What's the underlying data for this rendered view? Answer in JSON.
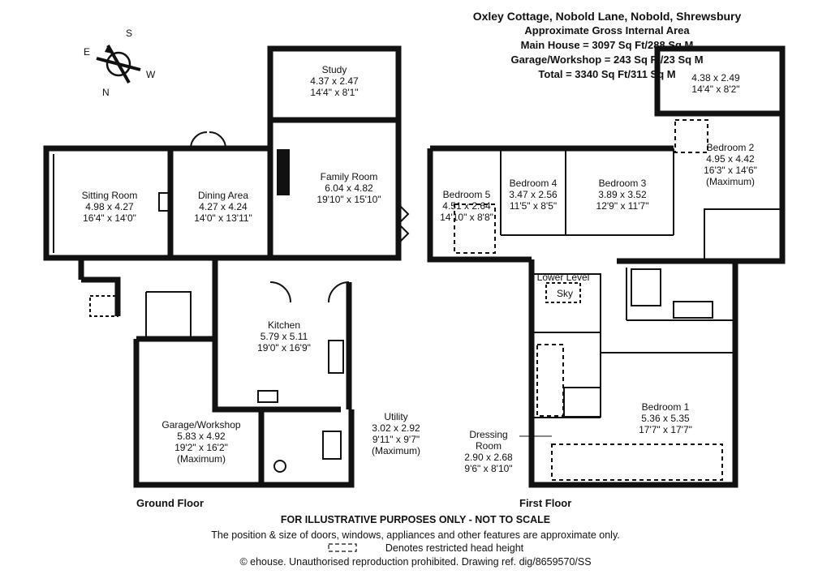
{
  "header": {
    "address": "Oxley Cottage, Nobold Lane, Nobold, Shrewsbury",
    "subtitle": "Approximate Gross Internal Area",
    "main_house": "Main House = 3097 Sq Ft/288 Sq M",
    "garage": "Garage/Workshop = 243 Sq Ft/23 Sq M",
    "total": "Total = 3340 Sq Ft/311 Sq M"
  },
  "compass": {
    "n": "N",
    "s": "S",
    "e": "E",
    "w": "W"
  },
  "ground_floor": {
    "label": "Ground Floor",
    "rooms": {
      "study": {
        "name": "Study",
        "metric": "4.37 x 2.47",
        "imperial": "14'4\" x 8'1\""
      },
      "family": {
        "name": "Family Room",
        "metric": "6.04 x 4.82",
        "imperial": "19'10\" x 15'10\""
      },
      "sitting": {
        "name": "Sitting Room",
        "metric": "4.98 x 4.27",
        "imperial": "16'4\" x 14'0\""
      },
      "dining": {
        "name": "Dining Area",
        "metric": "4.27 x 4.24",
        "imperial": "14'0\" x 13'11\""
      },
      "kitchen": {
        "name": "Kitchen",
        "metric": "5.79 x 5.11",
        "imperial": "19'0\" x 16'9\""
      },
      "garage": {
        "name": "Garage/Workshop",
        "metric": "5.83 x 4.92",
        "imperial": "19'2\" x 16'2\"",
        "note": "(Maximum)"
      },
      "utility": {
        "name": "Utility",
        "metric": "3.02 x 2.92",
        "imperial": "9'11\" x 9'7\"",
        "note": "(Maximum)"
      }
    }
  },
  "first_floor": {
    "label": "First Floor",
    "rooms": {
      "ensuite_top": {
        "metric": "4.38 x 2.49",
        "imperial": "14'4\" x 8'2\""
      },
      "bed2": {
        "name": "Bedroom 2",
        "metric": "4.95 x 4.42",
        "imperial": "16'3\" x 14'6\"",
        "note": "(Maximum)"
      },
      "bed5": {
        "name": "Bedroom 5",
        "metric": "4.51 x 2.64",
        "imperial": "14'10\" x 8'8\""
      },
      "bed4": {
        "name": "Bedroom 4",
        "metric": "3.47 x 2.56",
        "imperial": "11'5\" x 8'5\""
      },
      "bed3": {
        "name": "Bedroom 3",
        "metric": "3.89 x 3.52",
        "imperial": "12'9\" x 11'7\""
      },
      "lower_level": {
        "name": "Lower Level"
      },
      "sky": {
        "name": "Sky"
      },
      "bed1": {
        "name": "Bedroom 1",
        "metric": "5.36 x 5.35",
        "imperial": "17'7\" x 17'7\""
      },
      "dressing": {
        "name1": "Dressing",
        "name2": "Room",
        "metric": "2.90 x 2.68",
        "imperial": "9'6\" x 8'10\""
      }
    }
  },
  "footer": {
    "disclaimer": "FOR ILLUSTRATIVE PURPOSES ONLY - NOT TO SCALE",
    "note": "The position & size of doors, windows, appliances and other features are approximate only.",
    "legend": "Denotes restricted head height",
    "copyright": "© ehouse. Unauthorised reproduction prohibited. Drawing ref. dig/8659570/SS"
  }
}
